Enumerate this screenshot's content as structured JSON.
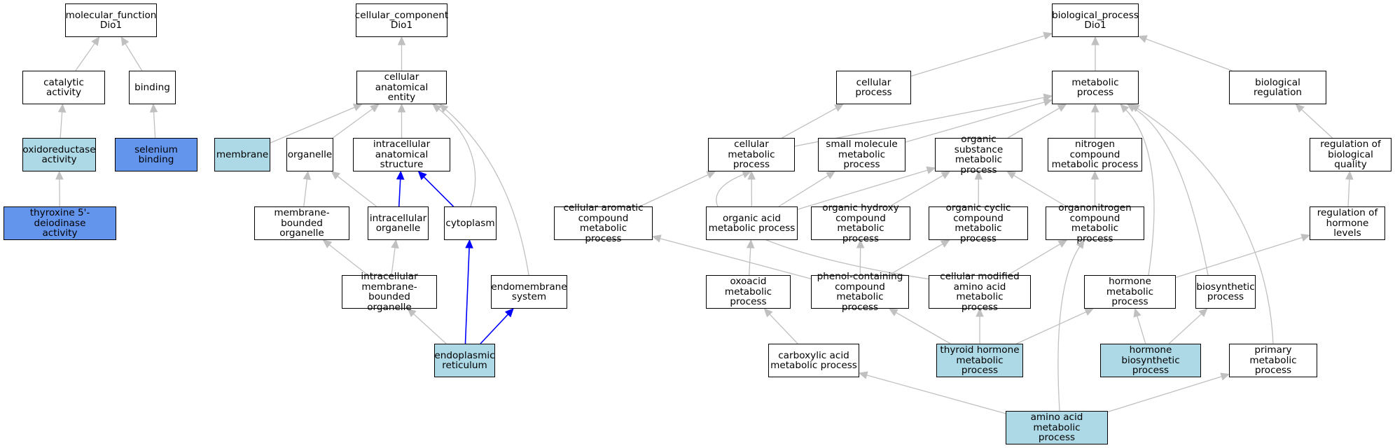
{
  "colors": {
    "node_border": "#000000",
    "node_default_fill": "#ffffff",
    "node_light_fill": "#add8e6",
    "node_strong_fill": "#6495ed",
    "edge_gray": "#c0c0c0",
    "edge_blue": "#0000ff"
  },
  "graph": {
    "nodes": [
      {
        "id": "mf_root",
        "label": "molecular_function\nDio1",
        "style": "default"
      },
      {
        "id": "catalytic_activity",
        "label": "catalytic activity",
        "style": "default"
      },
      {
        "id": "binding",
        "label": "binding",
        "style": "default"
      },
      {
        "id": "oxidoreductase_activity",
        "label": "oxidoreductase\nactivity",
        "style": "light"
      },
      {
        "id": "selenium_binding",
        "label": "selenium binding",
        "style": "strong"
      },
      {
        "id": "thyroxine_deiodinase",
        "label": "thyroxine 5'-deiodinase\nactivity",
        "style": "strong"
      },
      {
        "id": "cc_root",
        "label": "cellular_component\nDio1",
        "style": "default"
      },
      {
        "id": "cellular_anatomical_entity",
        "label": "cellular anatomical\nentity",
        "style": "default"
      },
      {
        "id": "membrane",
        "label": "membrane",
        "style": "light"
      },
      {
        "id": "organelle",
        "label": "organelle",
        "style": "default"
      },
      {
        "id": "intracellular_anatomical_structure",
        "label": "intracellular\nanatomical structure",
        "style": "default"
      },
      {
        "id": "membrane_bounded_organelle",
        "label": "membrane-bounded\norganelle",
        "style": "default"
      },
      {
        "id": "intracellular_organelle",
        "label": "intracellular\norganelle",
        "style": "default"
      },
      {
        "id": "cytoplasm",
        "label": "cytoplasm",
        "style": "default"
      },
      {
        "id": "intracellular_mb_organelle",
        "label": "intracellular\nmembrane-bounded\norganelle",
        "style": "default"
      },
      {
        "id": "endomembrane_system",
        "label": "endomembrane\nsystem",
        "style": "default"
      },
      {
        "id": "endoplasmic_reticulum",
        "label": "endoplasmic\nreticulum",
        "style": "light"
      },
      {
        "id": "bp_root",
        "label": "biological_process\nDio1",
        "style": "default"
      },
      {
        "id": "cellular_process",
        "label": "cellular process",
        "style": "default"
      },
      {
        "id": "metabolic_process",
        "label": "metabolic process",
        "style": "default"
      },
      {
        "id": "biological_regulation",
        "label": "biological regulation",
        "style": "default"
      },
      {
        "id": "cellular_metabolic_process",
        "label": "cellular metabolic\nprocess",
        "style": "default"
      },
      {
        "id": "small_molecule_metabolic_process",
        "label": "small molecule\nmetabolic process",
        "style": "default"
      },
      {
        "id": "organic_substance_metabolic_process",
        "label": "organic substance\nmetabolic process",
        "style": "default"
      },
      {
        "id": "nitrogen_compound_metabolic_process",
        "label": "nitrogen compound\nmetabolic process",
        "style": "default"
      },
      {
        "id": "regulation_of_biological_quality",
        "label": "regulation of\nbiological quality",
        "style": "default"
      },
      {
        "id": "cellular_aromatic_compound",
        "label": "cellular aromatic\ncompound metabolic\nprocess",
        "style": "default"
      },
      {
        "id": "organic_acid_metabolic_process",
        "label": "organic acid\nmetabolic process",
        "style": "default"
      },
      {
        "id": "organic_hydroxy_compound",
        "label": "organic hydroxy\ncompound metabolic\nprocess",
        "style": "default"
      },
      {
        "id": "organic_cyclic_compound",
        "label": "organic cyclic\ncompound metabolic\nprocess",
        "style": "default"
      },
      {
        "id": "organonitrogen_compound",
        "label": "organonitrogen\ncompound metabolic\nprocess",
        "style": "default"
      },
      {
        "id": "regulation_of_hormone_levels",
        "label": "regulation of\nhormone levels",
        "style": "default"
      },
      {
        "id": "oxoacid_metabolic_process",
        "label": "oxoacid metabolic\nprocess",
        "style": "default"
      },
      {
        "id": "phenol_containing_compound",
        "label": "phenol-containing\ncompound metabolic\nprocess",
        "style": "default"
      },
      {
        "id": "cellular_modified_amino_acid",
        "label": "cellular modified\namino acid metabolic\nprocess",
        "style": "default"
      },
      {
        "id": "hormone_metabolic_process",
        "label": "hormone metabolic\nprocess",
        "style": "default"
      },
      {
        "id": "biosynthetic_process",
        "label": "biosynthetic\nprocess",
        "style": "default"
      },
      {
        "id": "carboxylic_acid_metabolic_process",
        "label": "carboxylic acid\nmetabolic process",
        "style": "default"
      },
      {
        "id": "thyroid_hormone_metabolic_process",
        "label": "thyroid hormone\nmetabolic process",
        "style": "light"
      },
      {
        "id": "hormone_biosynthetic_process",
        "label": "hormone biosynthetic\nprocess",
        "style": "light"
      },
      {
        "id": "primary_metabolic_process",
        "label": "primary metabolic\nprocess",
        "style": "default"
      },
      {
        "id": "amino_acid_metabolic_process",
        "label": "amino acid metabolic\nprocess",
        "style": "light"
      }
    ],
    "edges": [
      {
        "from": "catalytic_activity",
        "to": "mf_root",
        "color": "gray"
      },
      {
        "from": "binding",
        "to": "mf_root",
        "color": "gray"
      },
      {
        "from": "oxidoreductase_activity",
        "to": "catalytic_activity",
        "color": "gray"
      },
      {
        "from": "selenium_binding",
        "to": "binding",
        "color": "gray"
      },
      {
        "from": "thyroxine_deiodinase",
        "to": "oxidoreductase_activity",
        "color": "gray"
      },
      {
        "from": "cellular_anatomical_entity",
        "to": "cc_root",
        "color": "gray"
      },
      {
        "from": "membrane",
        "to": "cellular_anatomical_entity",
        "color": "gray"
      },
      {
        "from": "organelle",
        "to": "cellular_anatomical_entity",
        "color": "gray"
      },
      {
        "from": "intracellular_anatomical_structure",
        "to": "cellular_anatomical_entity",
        "color": "gray"
      },
      {
        "from": "cytoplasm",
        "to": "cellular_anatomical_entity",
        "color": "gray"
      },
      {
        "from": "endomembrane_system",
        "to": "cellular_anatomical_entity",
        "color": "gray"
      },
      {
        "from": "membrane_bounded_organelle",
        "to": "organelle",
        "color": "gray"
      },
      {
        "from": "intracellular_organelle",
        "to": "organelle",
        "color": "gray"
      },
      {
        "from": "intracellular_organelle",
        "to": "intracellular_anatomical_structure",
        "color": "blue"
      },
      {
        "from": "cytoplasm",
        "to": "intracellular_anatomical_structure",
        "color": "blue"
      },
      {
        "from": "intracellular_mb_organelle",
        "to": "membrane_bounded_organelle",
        "color": "gray"
      },
      {
        "from": "intracellular_mb_organelle",
        "to": "intracellular_organelle",
        "color": "gray"
      },
      {
        "from": "endoplasmic_reticulum",
        "to": "intracellular_mb_organelle",
        "color": "gray"
      },
      {
        "from": "endoplasmic_reticulum",
        "to": "cytoplasm",
        "color": "blue"
      },
      {
        "from": "endoplasmic_reticulum",
        "to": "endomembrane_system",
        "color": "blue"
      },
      {
        "from": "cellular_process",
        "to": "bp_root",
        "color": "gray"
      },
      {
        "from": "metabolic_process",
        "to": "bp_root",
        "color": "gray"
      },
      {
        "from": "biological_regulation",
        "to": "bp_root",
        "color": "gray"
      },
      {
        "from": "cellular_metabolic_process",
        "to": "cellular_process",
        "color": "gray"
      },
      {
        "from": "cellular_metabolic_process",
        "to": "metabolic_process",
        "color": "gray"
      },
      {
        "from": "small_molecule_metabolic_process",
        "to": "metabolic_process",
        "color": "gray"
      },
      {
        "from": "organic_substance_metabolic_process",
        "to": "metabolic_process",
        "color": "gray"
      },
      {
        "from": "nitrogen_compound_metabolic_process",
        "to": "metabolic_process",
        "color": "gray"
      },
      {
        "from": "regulation_of_biological_quality",
        "to": "biological_regulation",
        "color": "gray"
      },
      {
        "from": "cellular_aromatic_compound",
        "to": "cellular_metabolic_process",
        "color": "gray"
      },
      {
        "from": "organic_acid_metabolic_process",
        "to": "cellular_metabolic_process",
        "color": "gray"
      },
      {
        "from": "organic_acid_metabolic_process",
        "to": "small_molecule_metabolic_process",
        "color": "gray"
      },
      {
        "from": "organic_acid_metabolic_process",
        "to": "organic_substance_metabolic_process",
        "color": "gray"
      },
      {
        "from": "organic_hydroxy_compound",
        "to": "organic_substance_metabolic_process",
        "color": "gray"
      },
      {
        "from": "organic_cyclic_compound",
        "to": "organic_substance_metabolic_process",
        "color": "gray"
      },
      {
        "from": "organonitrogen_compound",
        "to": "organic_substance_metabolic_process",
        "color": "gray"
      },
      {
        "from": "organonitrogen_compound",
        "to": "nitrogen_compound_metabolic_process",
        "color": "gray"
      },
      {
        "from": "regulation_of_hormone_levels",
        "to": "regulation_of_biological_quality",
        "color": "gray"
      },
      {
        "from": "oxoacid_metabolic_process",
        "to": "organic_acid_metabolic_process",
        "color": "gray"
      },
      {
        "from": "phenol_containing_compound",
        "to": "cellular_aromatic_compound",
        "color": "gray"
      },
      {
        "from": "phenol_containing_compound",
        "to": "organic_hydroxy_compound",
        "color": "gray"
      },
      {
        "from": "phenol_containing_compound",
        "to": "organic_cyclic_compound",
        "color": "gray"
      },
      {
        "from": "cellular_modified_amino_acid",
        "to": "cellular_metabolic_process",
        "color": "gray"
      },
      {
        "from": "cellular_modified_amino_acid",
        "to": "organonitrogen_compound",
        "color": "gray"
      },
      {
        "from": "hormone_metabolic_process",
        "to": "metabolic_process",
        "color": "gray"
      },
      {
        "from": "hormone_metabolic_process",
        "to": "regulation_of_hormone_levels",
        "color": "gray"
      },
      {
        "from": "biosynthetic_process",
        "to": "metabolic_process",
        "color": "gray"
      },
      {
        "from": "primary_metabolic_process",
        "to": "metabolic_process",
        "color": "gray"
      },
      {
        "from": "carboxylic_acid_metabolic_process",
        "to": "oxoacid_metabolic_process",
        "color": "gray"
      },
      {
        "from": "thyroid_hormone_metabolic_process",
        "to": "phenol_containing_compound",
        "color": "gray"
      },
      {
        "from": "thyroid_hormone_metabolic_process",
        "to": "cellular_modified_amino_acid",
        "color": "gray"
      },
      {
        "from": "thyroid_hormone_metabolic_process",
        "to": "hormone_metabolic_process",
        "color": "gray"
      },
      {
        "from": "hormone_biosynthetic_process",
        "to": "hormone_metabolic_process",
        "color": "gray"
      },
      {
        "from": "hormone_biosynthetic_process",
        "to": "biosynthetic_process",
        "color": "gray"
      },
      {
        "from": "amino_acid_metabolic_process",
        "to": "carboxylic_acid_metabolic_process",
        "color": "gray"
      },
      {
        "from": "amino_acid_metabolic_process",
        "to": "organonitrogen_compound",
        "color": "gray"
      },
      {
        "from": "amino_acid_metabolic_process",
        "to": "primary_metabolic_process",
        "color": "gray"
      }
    ]
  }
}
